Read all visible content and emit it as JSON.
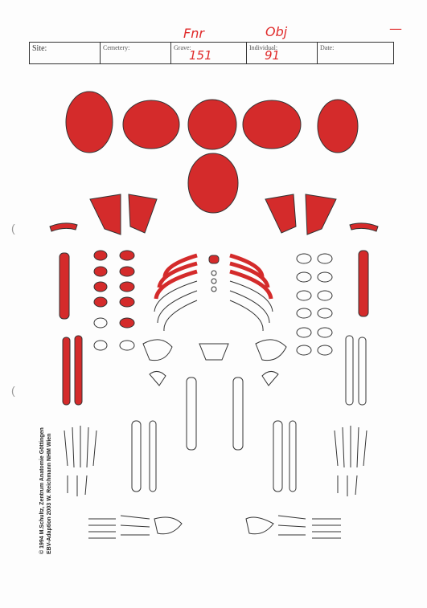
{
  "annotations": {
    "top_left": "Fnr",
    "top_right": "Obj",
    "dash": "—"
  },
  "header": {
    "site_label": "Site:",
    "cemetery_label": "Cemetery:",
    "grave_label": "Grave:",
    "grave_value": "151",
    "individual_label": "Individual:",
    "individual_value": "91",
    "date_label": "Date:"
  },
  "credit": {
    "line1": "© 1994 M.Schultz, Zentrum Anatomie Göttingen",
    "line2": "EBV-Adaption 2003 W. Reichmann NHM Wien"
  },
  "colors": {
    "bone_marked": "#d42b2b",
    "outline": "#333333",
    "ink": "#e02a2a"
  }
}
